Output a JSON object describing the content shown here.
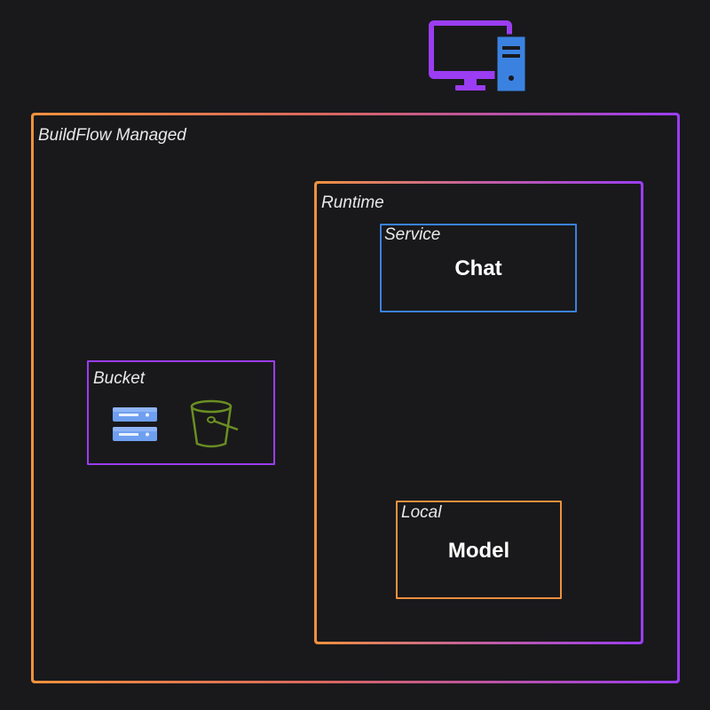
{
  "colors": {
    "background": "#19191b",
    "orange": "#f0913e",
    "purple": "#9b3df2",
    "blue": "#3b82e0",
    "olive": "#6b8e23",
    "label": "#e8e8e8"
  },
  "icons": {
    "computer": "desktop-computer-icon",
    "storage": "storage-server-icon",
    "bucket": "bucket-icon"
  },
  "diagram": {
    "outer_label": "BuildFlow Managed",
    "runtime_label": "Runtime",
    "bucket_label": "Bucket",
    "service": {
      "label": "Service",
      "name": "Chat"
    },
    "local": {
      "label": "Local",
      "name": "Model"
    }
  }
}
